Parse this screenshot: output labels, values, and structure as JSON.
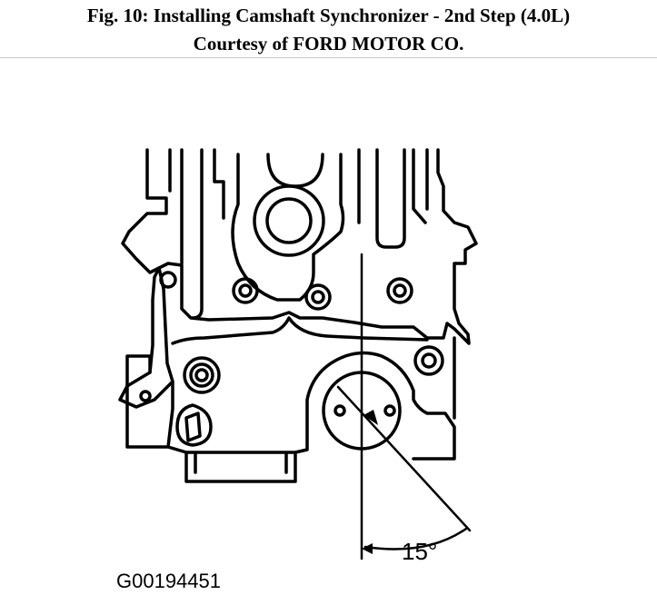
{
  "figure": {
    "title": "Fig. 10: Installing Camshaft Synchronizer - 2nd Step (4.0L)",
    "courtesy": "Courtesy of FORD MOTOR CO.",
    "angle_label": "15°",
    "image_id": "G00194451"
  }
}
